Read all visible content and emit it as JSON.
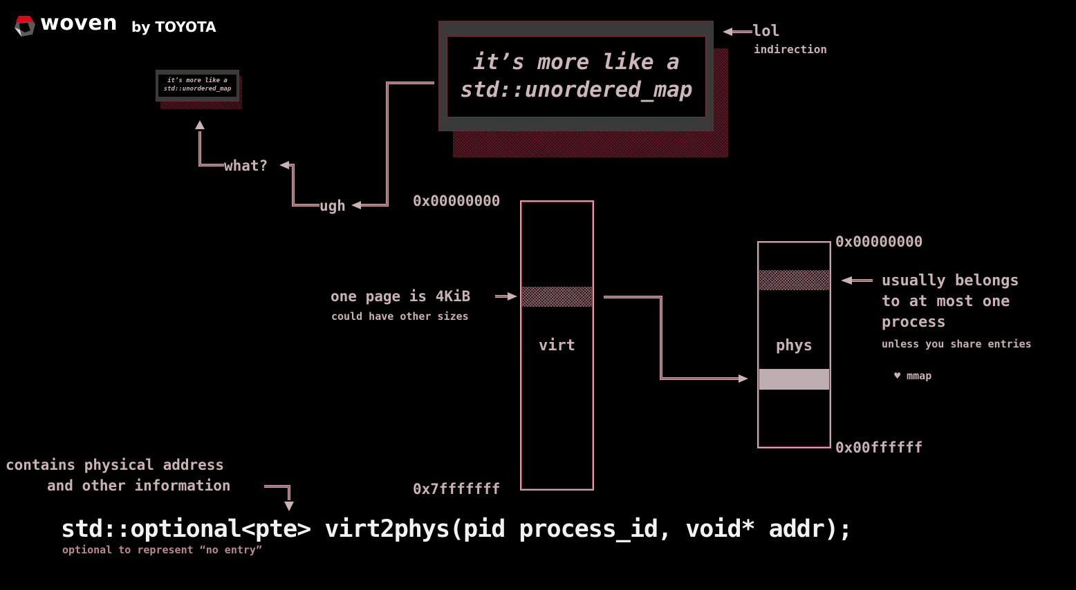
{
  "brand": {
    "logo_icon": "woven-hexagon-logo",
    "word": "woven",
    "by": "by TOYOTA",
    "colors": {
      "logo_red": "#e60012",
      "text": "#ffffff"
    }
  },
  "callouts": {
    "big_box": {
      "line1": "it’s more like a",
      "line2": "std::unordered_map"
    },
    "small_box": {
      "line1": "it’s more like a",
      "line2": "std::unordered_map"
    },
    "lol": "lol",
    "indirection": "indirection",
    "what": "what?",
    "ugh": "ugh"
  },
  "virt": {
    "label": "virt",
    "top_address": "0x00000000",
    "bottom_address": "0x7fffffff",
    "page_note": "one page is 4KiB",
    "page_note_sub": "could have other sizes"
  },
  "phys": {
    "label": "phys",
    "top_address": "0x00000000",
    "bottom_address": "0x00ffffff",
    "note_line1": "usually belongs",
    "note_line2": "to at most one",
    "note_line3": "process",
    "note_sub": "unless you share entries",
    "heart_icon": "heart-icon",
    "note_sub2": "mmap"
  },
  "pte_note": {
    "line1": "contains physical address",
    "line2": "and other information"
  },
  "code": {
    "signature": "std::optional<pte> virt2phys(pid process_id, void* addr);",
    "comment": "optional to represent “no entry”"
  },
  "colors": {
    "background": "#000000",
    "text": "#c9b3b6",
    "accent_red": "#7a2a3a",
    "box_gray": "#3a3a3a",
    "code_text": "#f2f2f2"
  }
}
